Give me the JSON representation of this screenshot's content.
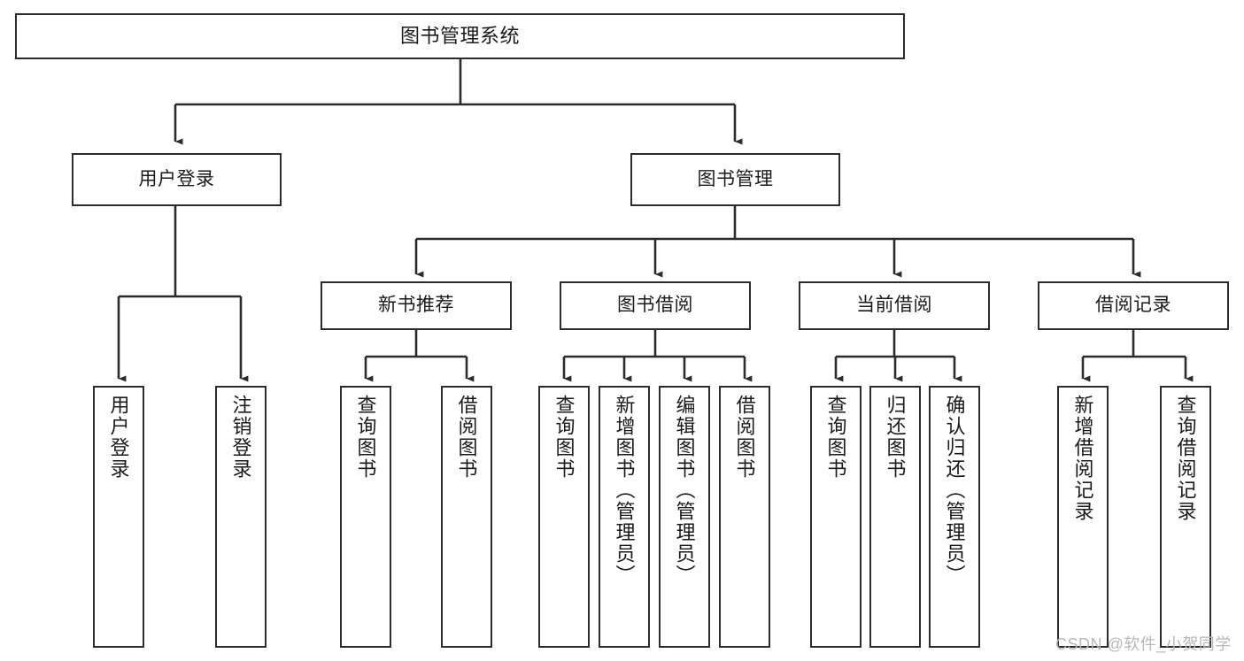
{
  "diagram": {
    "title": "图书管理系统",
    "type": "tree",
    "orientation": "top-down",
    "colors": {
      "box_border": "#2b2b2b",
      "box_fill": "#ffffff",
      "edge": "#2b2b2b",
      "text": "#1a1a1a",
      "watermark": "#b7b7b7",
      "background": "#ffffff"
    },
    "nodes": {
      "root": {
        "label": "图书管理系统"
      },
      "level2": [
        {
          "id": "user-login",
          "label": "用户登录"
        },
        {
          "id": "book-manage",
          "label": "图书管理"
        }
      ],
      "level3": [
        {
          "id": "new-book-rec",
          "label": "新书推荐"
        },
        {
          "id": "book-borrow",
          "label": "图书借阅"
        },
        {
          "id": "current-borrow",
          "label": "当前借阅"
        },
        {
          "id": "borrow-record",
          "label": "借阅记录"
        }
      ],
      "leaves": {
        "user_login": [
          {
            "id": "leaf-user-login",
            "label": "用户登录"
          },
          {
            "id": "leaf-logout-login",
            "label": "注销登录"
          }
        ],
        "new_book_rec": [
          {
            "id": "leaf-query-book-1",
            "label": "查询图书"
          },
          {
            "id": "leaf-borrow-book-1",
            "label": "借阅图书"
          }
        ],
        "book_borrow": [
          {
            "id": "leaf-query-book-2",
            "label": "查询图书"
          },
          {
            "id": "leaf-add-book",
            "label": "新增图书（管理员）"
          },
          {
            "id": "leaf-edit-book",
            "label": "编辑图书（管理员）"
          },
          {
            "id": "leaf-borrow-book-2",
            "label": "借阅图书"
          }
        ],
        "current_borrow": [
          {
            "id": "leaf-query-book-3",
            "label": "查询图书"
          },
          {
            "id": "leaf-return-book",
            "label": "归还图书"
          },
          {
            "id": "leaf-confirm-return",
            "label": "确认归还（管理员）"
          }
        ],
        "borrow_record": [
          {
            "id": "leaf-add-record",
            "label": "新增借阅记录"
          },
          {
            "id": "leaf-query-record",
            "label": "查询借阅记录"
          }
        ]
      }
    },
    "watermark": "CSDN @软件_小贺同学"
  }
}
